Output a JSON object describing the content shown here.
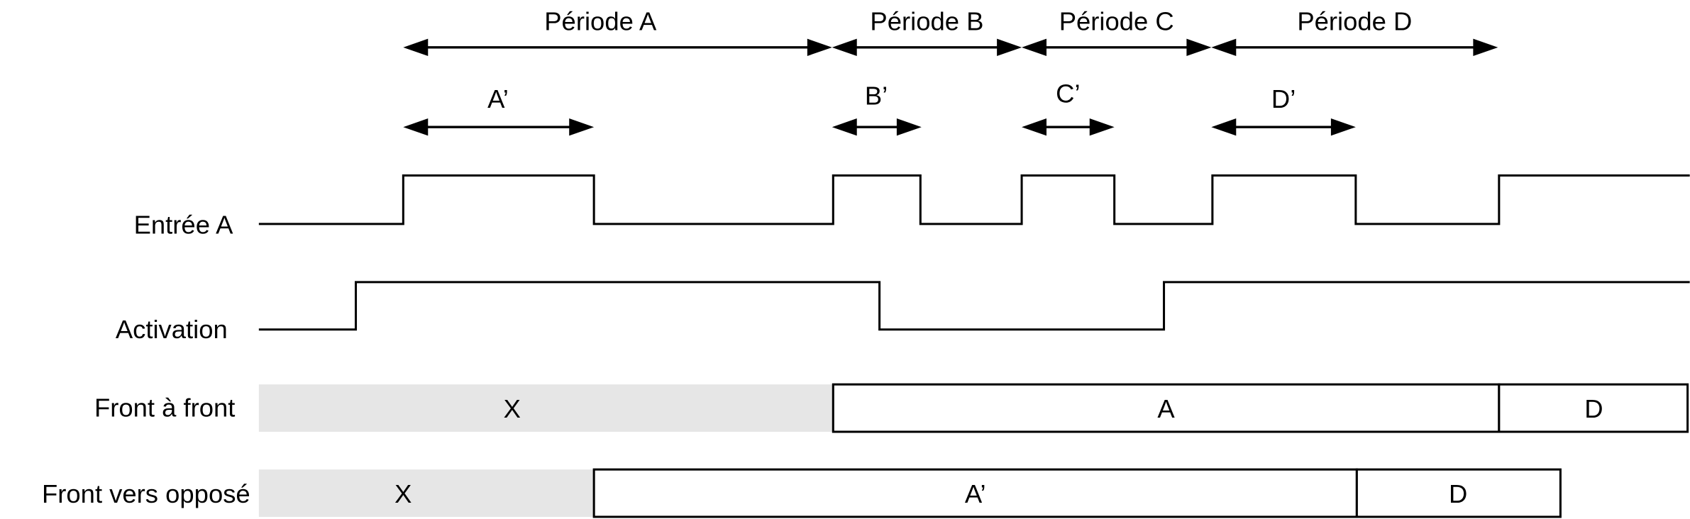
{
  "periods": [
    {
      "label": "Période A"
    },
    {
      "label": "Période B"
    },
    {
      "label": "Période C"
    },
    {
      "label": "Période D"
    }
  ],
  "sub_periods": [
    {
      "label": "A’"
    },
    {
      "label": "B’"
    },
    {
      "label": "C’"
    },
    {
      "label": "D’"
    }
  ],
  "signals": {
    "entree_a": "Entrée A",
    "activation": "Activation"
  },
  "rows": {
    "front_a_front": {
      "label": "Front à front",
      "segments": [
        "X",
        "A",
        "D"
      ]
    },
    "front_vers_oppose": {
      "label": "Front vers opposé",
      "segments": [
        "X",
        "A’",
        "D"
      ]
    }
  },
  "colors": {
    "undefined_fill": "#e6e6e6",
    "line": "#000000"
  }
}
